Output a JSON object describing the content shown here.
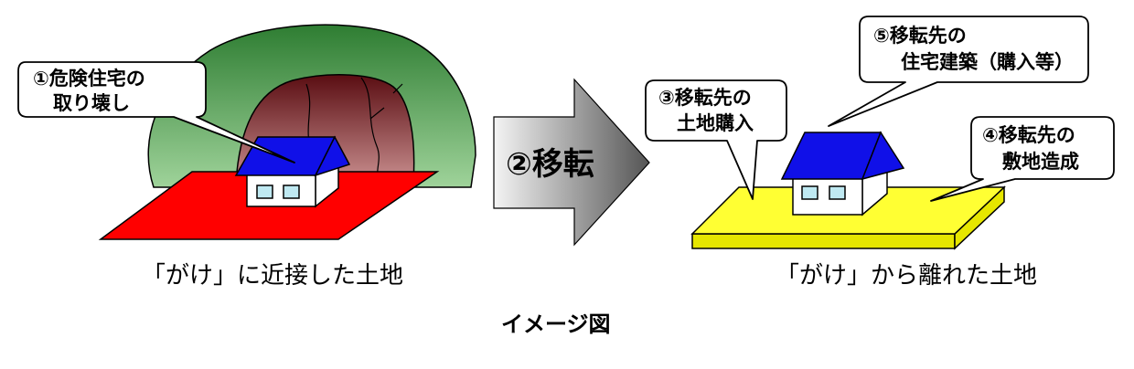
{
  "left_scene": {
    "callout_1": [
      "①危険住宅の",
      "取り壊し"
    ],
    "caption": "「がけ」に近接した土地"
  },
  "arrow": {
    "label": "②移転"
  },
  "right_scene": {
    "callout_3": [
      "③移転先の",
      "土地購入"
    ],
    "callout_4": [
      "④移転先の",
      "敷地造成"
    ],
    "callout_5": [
      "⑤移転先の",
      "住宅建築（購入等）"
    ],
    "caption": "「がけ」から離れた土地"
  },
  "figure_title": "イメージ図",
  "colors": {
    "hill_dark": "#2e7d32",
    "hill_light": "#9fd39a",
    "cliff_dark": "#5a0d12",
    "cliff_light": "#c98f8f",
    "red_lot": "#ff0000",
    "yellow_lot": "#ffff33",
    "yellow_side": "#e6e600",
    "roof": "#1010e8",
    "wall": "#ffffff",
    "window": "#bfe9f2"
  }
}
